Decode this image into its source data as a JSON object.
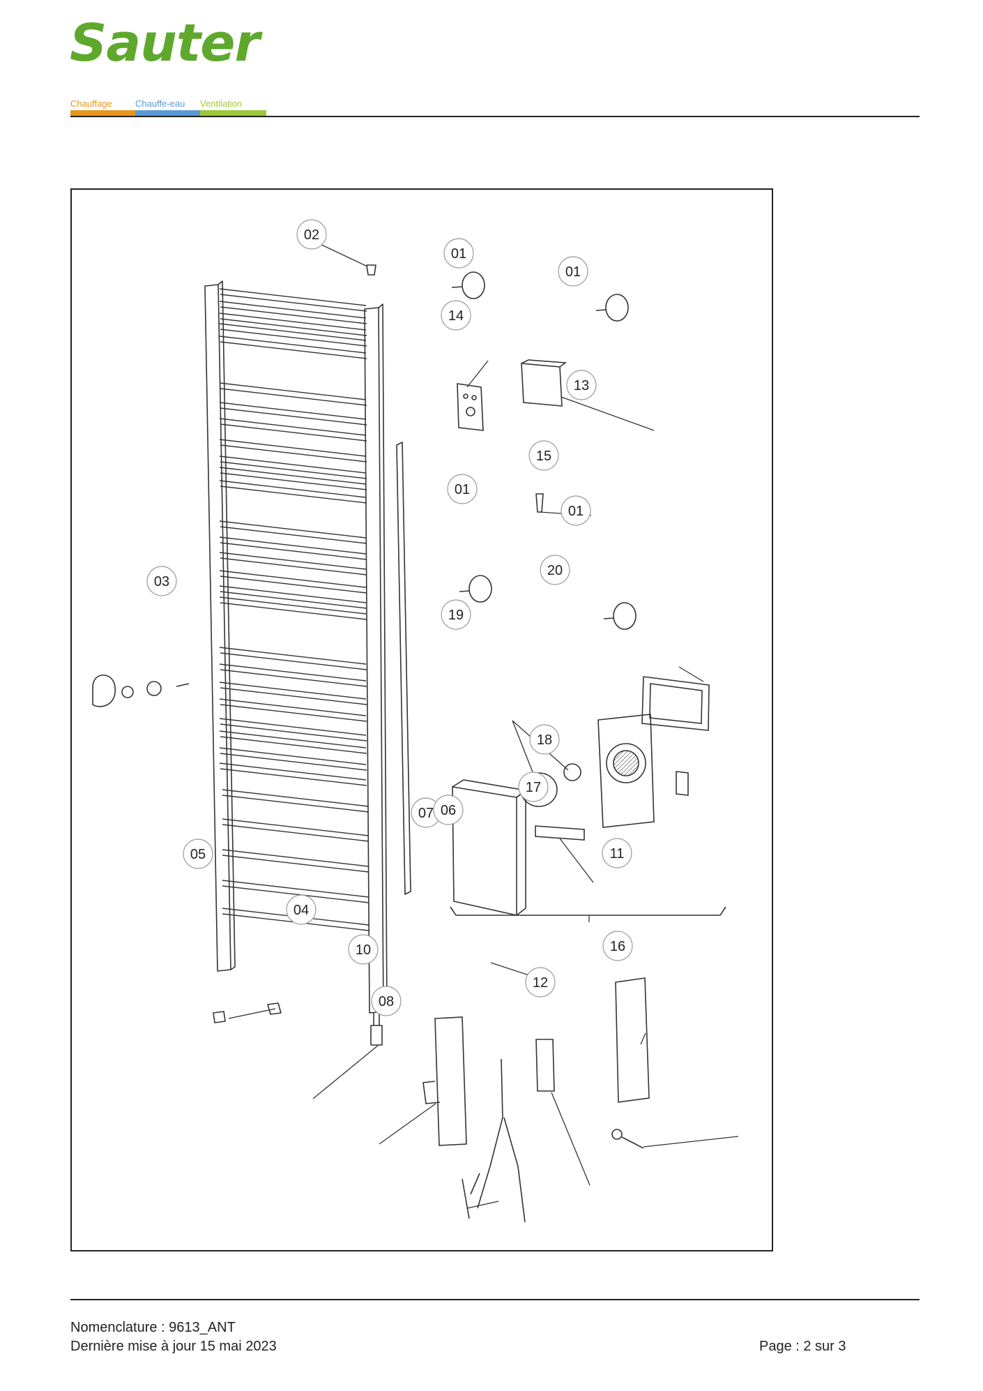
{
  "brand": {
    "logo_text": "Sauter",
    "logo_color": "#5fa82e",
    "categories": [
      {
        "label": "Chauffage",
        "color": "#e8961a"
      },
      {
        "label": "Chauffe-eau",
        "color": "#5a9ad4"
      },
      {
        "label": "Ventilation",
        "color": "#9cc73a"
      }
    ]
  },
  "diagram": {
    "callouts": [
      "02",
      "01",
      "01",
      "14",
      "13",
      "15",
      "01",
      "01",
      "20",
      "03",
      "19",
      "18",
      "17",
      "07",
      "06",
      "05",
      "11",
      "04",
      "10",
      "16",
      "12",
      "08"
    ]
  },
  "footer": {
    "nomenclature": "Nomenclature : 9613_ANT",
    "updated": "Dernière mise à jour 15 mai 2023",
    "page": "Page : 2 sur 3"
  }
}
